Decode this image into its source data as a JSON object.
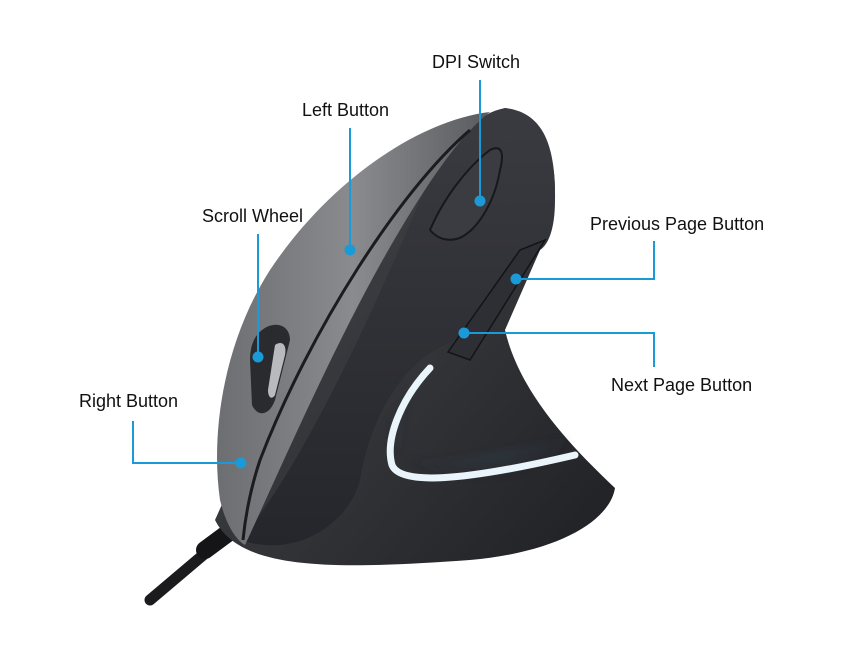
{
  "diagram": {
    "subject": "Vertical ergonomic mouse",
    "accent_color": "#1a9ad6",
    "labels": [
      {
        "id": "dpi",
        "text": "DPI Switch"
      },
      {
        "id": "left",
        "text": "Left Button"
      },
      {
        "id": "scroll",
        "text": "Scroll Wheel"
      },
      {
        "id": "prev",
        "text": "Previous Page Button"
      },
      {
        "id": "next",
        "text": "Next Page Button"
      },
      {
        "id": "right",
        "text": "Right Button"
      }
    ]
  }
}
